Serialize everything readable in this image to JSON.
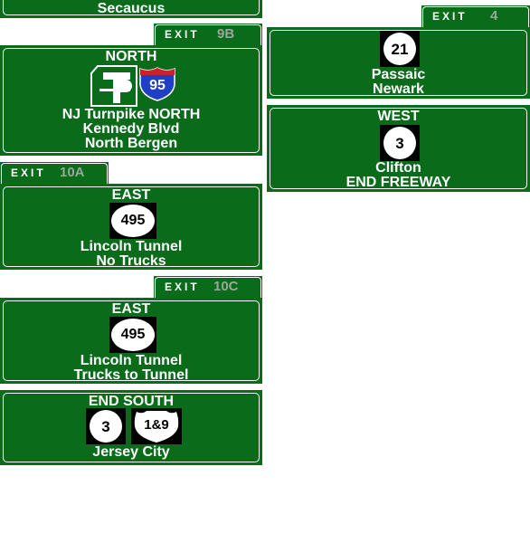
{
  "signs": {
    "secaucus": {
      "line1": "Secaucus"
    },
    "exit9b": {
      "tab": {
        "exit": "EXIT",
        "num": "9B"
      },
      "direction": "NORTH",
      "i95": "95",
      "line1": "NJ Turnpike NORTH",
      "line2": "Kennedy Blvd",
      "line3": "North Bergen"
    },
    "exit4": {
      "tab": {
        "exit": "EXIT",
        "num": "4"
      },
      "route": "21",
      "line1": "Passaic",
      "line2": "Newark"
    },
    "west3": {
      "direction": "WEST",
      "route": "3",
      "line1": "Clifton",
      "line2": "END FREEWAY"
    },
    "exit10a": {
      "tab": {
        "exit": "EXIT",
        "num": "10A"
      },
      "direction": "EAST",
      "route": "495",
      "line1": "Lincoln Tunnel",
      "line2": "No Trucks"
    },
    "exit10c": {
      "tab": {
        "exit": "EXIT",
        "num": "10C"
      },
      "direction": "EAST",
      "route": "495",
      "line1": "Lincoln Tunnel",
      "line2": "Trucks to Tunnel"
    },
    "endsouth": {
      "direction": "END SOUTH",
      "route_state": "3",
      "route_us": "1&9",
      "line1": "Jersey City"
    }
  },
  "colors": {
    "sign_green": "#0a6b1a",
    "legend": "#ffffff",
    "exit_number": "#9aa79a",
    "interstate_blue": "#1f3fc4",
    "interstate_red": "#d0202a"
  }
}
